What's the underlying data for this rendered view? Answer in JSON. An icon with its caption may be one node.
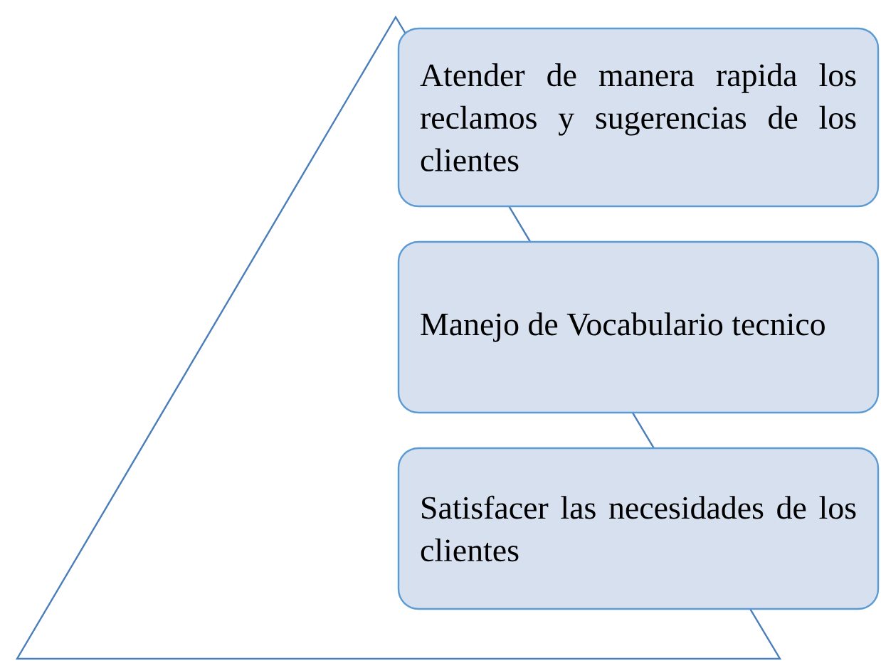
{
  "diagram": {
    "nodes": [
      {
        "text": [],
        "shape": "triangle"
      },
      {
        "text": [
          "Atender de manera rapida los reclamos y sugerencias de los clientes"
        ]
      },
      {
        "text": [
          "Manejo de Vocabulario tecnico"
        ]
      },
      {
        "text": [
          "Satisfacer las necesidades de los clientes"
        ]
      }
    ]
  }
}
